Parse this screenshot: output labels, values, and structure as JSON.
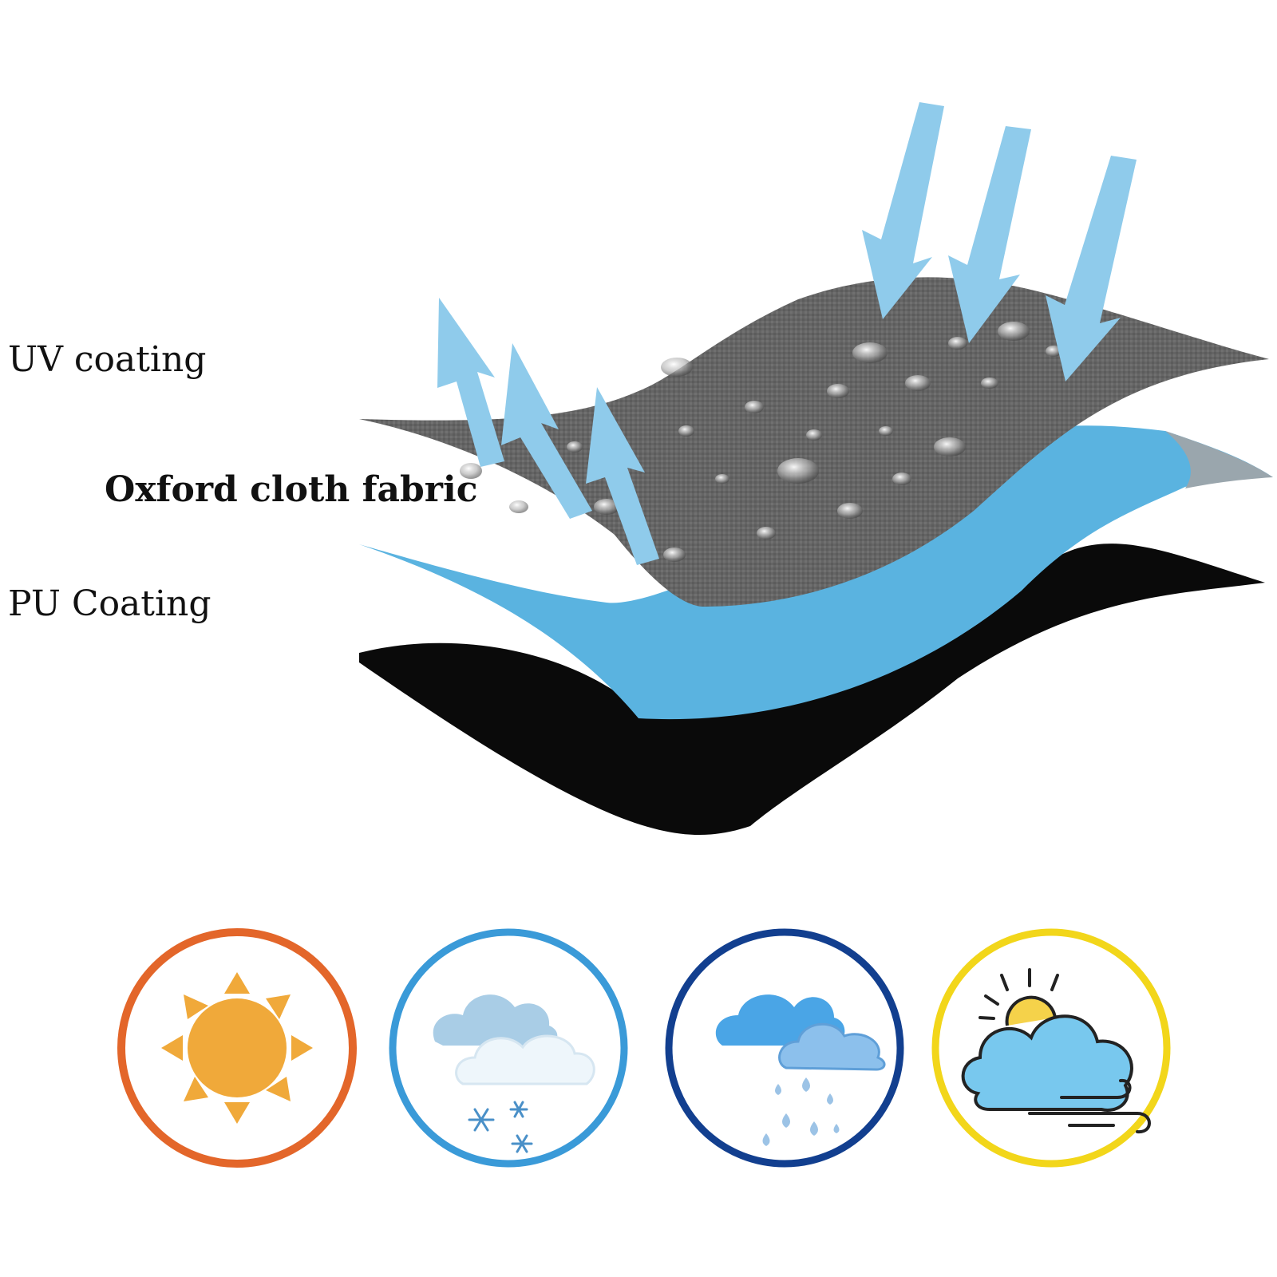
{
  "layers": [
    {
      "label": "UV coating",
      "color": "#6a6a6a"
    },
    {
      "label": "Oxford cloth fabric",
      "color": "#5ab3e0"
    },
    {
      "label": "PU Coating",
      "color": "#0a0a0a"
    }
  ],
  "colors": {
    "arrow": "#8fcbeb",
    "sun_ring": "#e3662a",
    "snow_ring": "#3a9ad8",
    "rain_ring": "#123f8f",
    "wind_ring": "#f2d61a",
    "sun": "#f0a93a"
  },
  "weather_icons": [
    {
      "name": "sun-icon",
      "ring": "sun_ring"
    },
    {
      "name": "snow-cloud-icon",
      "ring": "snow_ring"
    },
    {
      "name": "rain-cloud-icon",
      "ring": "rain_ring"
    },
    {
      "name": "wind-sun-cloud-icon",
      "ring": "wind_ring"
    }
  ]
}
